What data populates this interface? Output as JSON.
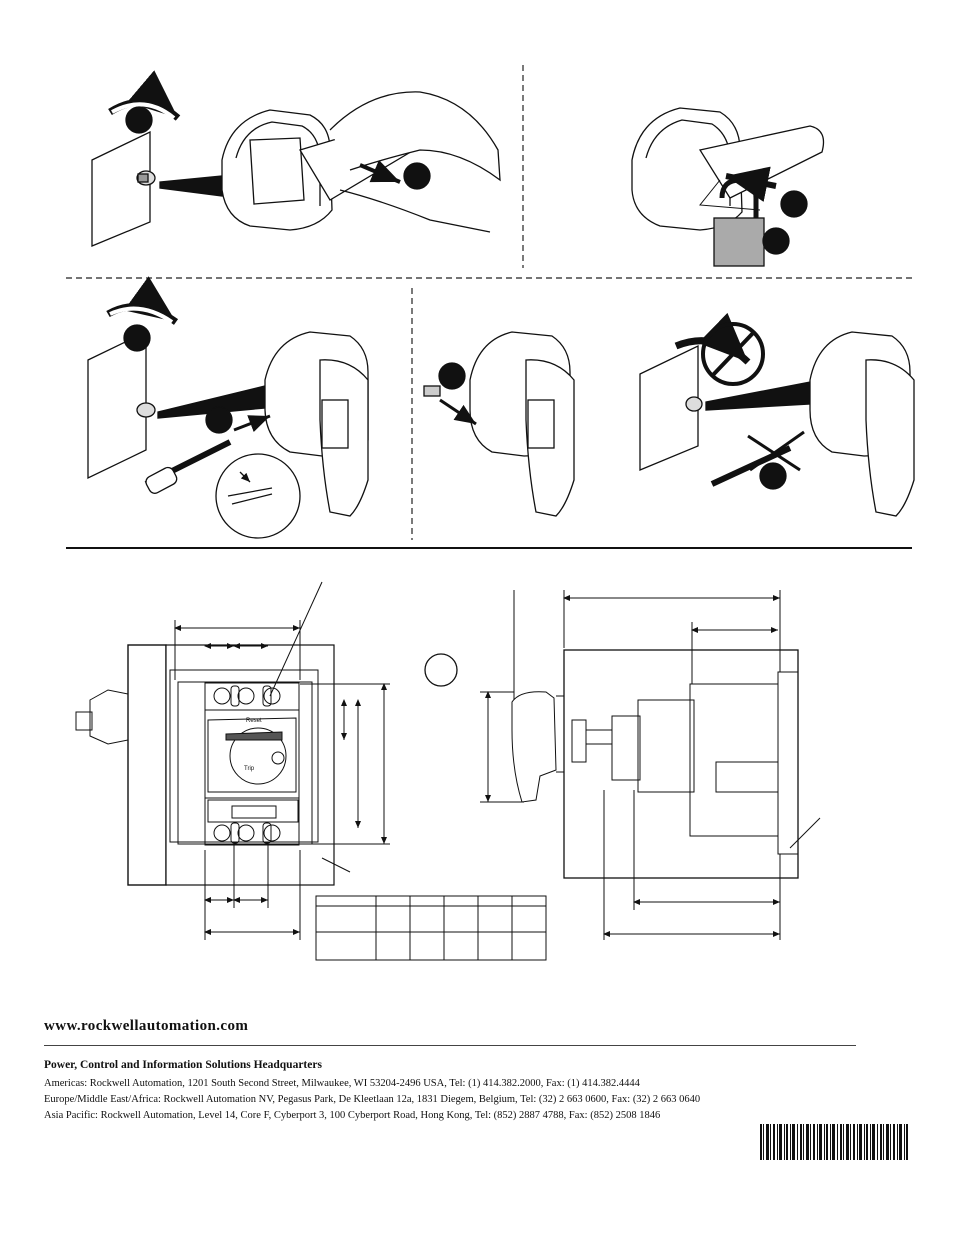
{
  "footer": {
    "website": "www.rockwellautomation.com",
    "hq_title": "Power, Control and Information Solutions Headquarters",
    "addresses": [
      "Americas: Rockwell Automation, 1201 South Second Street, Milwaukee, WI 53204-2496 USA, Tel: (1) 414.382.2000, Fax: (1) 414.382.4444",
      "Europe/Middle East/Africa: Rockwell Automation NV, Pegasus Park, De Kleetlaan 12a, 1831 Diegem, Belgium, Tel: (32) 2 663 0600, Fax: (32) 2 663 0640",
      "Asia Pacific: Rockwell Automation, Level 14, Core F, Cyberport 3, 100 Cyberport Road, Hong Kong, Tel: (852) 2887 4788, Fax: (852) 2508 1846"
    ]
  },
  "breaker_label": {
    "reset": "Reset",
    "trip": "Trip"
  }
}
